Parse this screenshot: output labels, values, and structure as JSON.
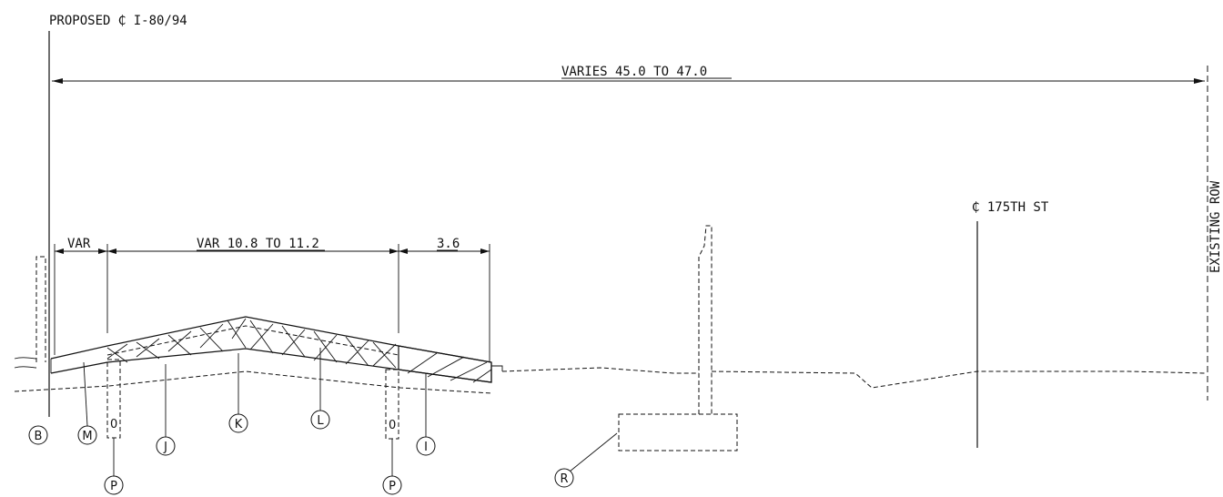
{
  "labels": {
    "proposed_cl": "PROPOSED ₵ I-80/94",
    "overall_dim": "VARIES 45.0 TO 47.0",
    "street_cl": "₵ 175TH ST",
    "existing_row": "EXISTING ROW",
    "dim_var": "VAR",
    "dim_mid": "VAR 10.8 TO 11.2",
    "dim_right": "3.6"
  },
  "callouts": {
    "B": "B",
    "M": "M",
    "J": "J",
    "K": "K",
    "L": "L",
    "I": "I",
    "P1": "P",
    "P2": "P",
    "R": "R"
  },
  "pipe_marks": {
    "left": "0",
    "right": "0"
  }
}
